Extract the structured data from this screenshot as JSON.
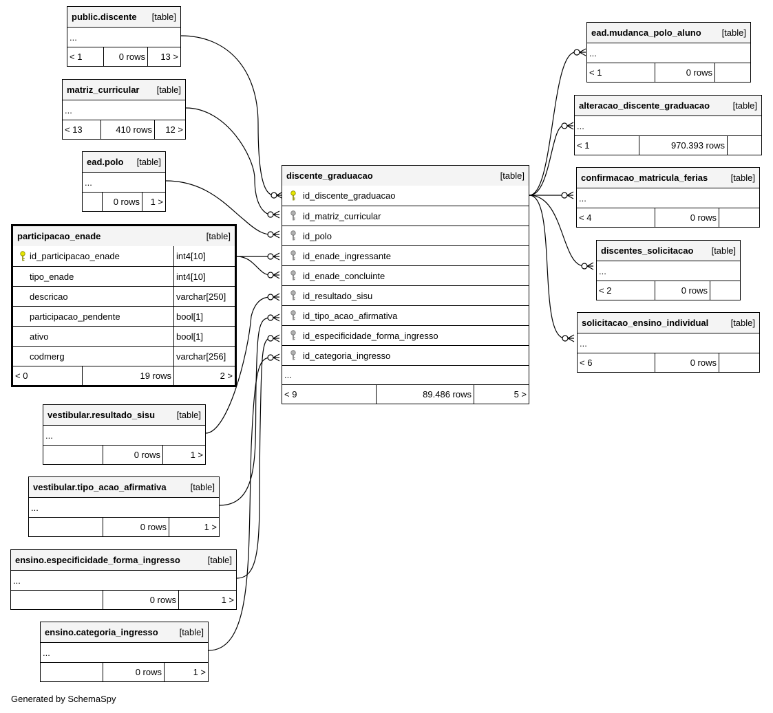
{
  "footer": "Generated by SchemaSpy",
  "colors": {
    "header_bg": "#f4f4f4",
    "border": "#000000",
    "pk_key": "#e6e600",
    "fk_key": "#b0b0b0"
  },
  "tables": {
    "public_discente": {
      "name": "public.discente",
      "kind": "[table]",
      "body": "...",
      "left": "< 1",
      "rows": "0 rows",
      "right": "13 >"
    },
    "matriz_curricular": {
      "name": "matriz_curricular",
      "kind": "[table]",
      "body": "...",
      "left": "< 13",
      "rows": "410 rows",
      "right": "12 >"
    },
    "ead_polo": {
      "name": "ead.polo",
      "kind": "[table]",
      "body": "...",
      "left": "",
      "rows": "0 rows",
      "right": "1 >"
    },
    "participacao_enade": {
      "name": "participacao_enade",
      "kind": "[table]",
      "columns": [
        {
          "name": "id_participacao_enade",
          "type": "int4[10]",
          "key": "pk"
        },
        {
          "name": "tipo_enade",
          "type": "int4[10]",
          "key": ""
        },
        {
          "name": "descricao",
          "type": "varchar[250]",
          "key": ""
        },
        {
          "name": "participacao_pendente",
          "type": "bool[1]",
          "key": ""
        },
        {
          "name": "ativo",
          "type": "bool[1]",
          "key": ""
        },
        {
          "name": "codmerg",
          "type": "varchar[256]",
          "key": ""
        }
      ],
      "left": "< 0",
      "rows": "19 rows",
      "right": "2 >"
    },
    "resultado_sisu": {
      "name": "vestibular.resultado_sisu",
      "kind": "[table]",
      "body": "...",
      "left": "",
      "rows": "0 rows",
      "right": "1 >"
    },
    "tipo_acao_afirmativa": {
      "name": "vestibular.tipo_acao_afirmativa",
      "kind": "[table]",
      "body": "...",
      "left": "",
      "rows": "0 rows",
      "right": "1 >"
    },
    "especificidade": {
      "name": "ensino.especificidade_forma_ingresso",
      "kind": "[table]",
      "body": "...",
      "left": "",
      "rows": "0 rows",
      "right": "1 >"
    },
    "categoria_ingresso": {
      "name": "ensino.categoria_ingresso",
      "kind": "[table]",
      "body": "...",
      "left": "",
      "rows": "0 rows",
      "right": "1 >"
    },
    "discente_graduacao": {
      "name": "discente_graduacao",
      "kind": "[table]",
      "columns": [
        {
          "name": "id_discente_graduacao",
          "key": "pk"
        },
        {
          "name": "id_matriz_curricular",
          "key": "fk"
        },
        {
          "name": "id_polo",
          "key": "fk"
        },
        {
          "name": "id_enade_ingressante",
          "key": "fk"
        },
        {
          "name": "id_enade_concluinte",
          "key": "fk"
        },
        {
          "name": "id_resultado_sisu",
          "key": "fk"
        },
        {
          "name": "id_tipo_acao_afirmativa",
          "key": "fk"
        },
        {
          "name": "id_especificidade_forma_ingresso",
          "key": "fk"
        },
        {
          "name": "id_categoria_ingresso",
          "key": "fk"
        }
      ],
      "body": "...",
      "left": "< 9",
      "rows": "89.486 rows",
      "right": "5 >"
    },
    "mudanca_polo_aluno": {
      "name": "ead.mudanca_polo_aluno",
      "kind": "[table]",
      "body": "...",
      "left": "< 1",
      "rows": "0 rows",
      "right": ""
    },
    "alteracao_discente": {
      "name": "alteracao_discente_graduacao",
      "kind": "[table]",
      "body": "...",
      "left": "< 1",
      "rows": "970.393 rows",
      "right": ""
    },
    "confirmacao_matricula": {
      "name": "confirmacao_matricula_ferias",
      "kind": "[table]",
      "body": "...",
      "left": "< 4",
      "rows": "0 rows",
      "right": ""
    },
    "discentes_solicitacao": {
      "name": "discentes_solicitacao",
      "kind": "[table]",
      "body": "...",
      "left": "< 2",
      "rows": "0 rows",
      "right": ""
    },
    "solicitacao_ensino": {
      "name": "solicitacao_ensino_individual",
      "kind": "[table]",
      "body": "...",
      "left": "< 6",
      "rows": "0 rows",
      "right": ""
    }
  }
}
